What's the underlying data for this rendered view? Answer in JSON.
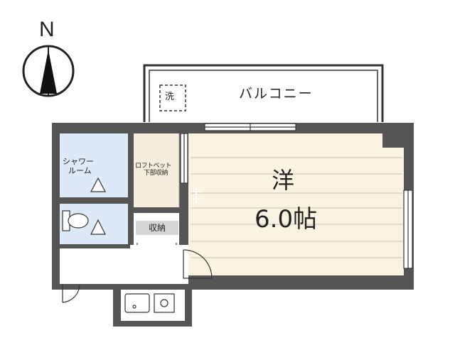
{
  "compass": {
    "north_label": "N"
  },
  "balcony": {
    "label": "バルコニー",
    "washer_label": "洗"
  },
  "rooms": {
    "western": {
      "name": "洋",
      "area": "6.0帖"
    },
    "shower": {
      "line1": "シャワー",
      "line2": "ルーム"
    },
    "loft": {
      "line1": "ロフトベット",
      "line2": "下部収納"
    },
    "storage": {
      "label": "収納"
    }
  },
  "colors": {
    "wall": "#555555",
    "room_floor": "#fbf3e2",
    "wet_area": "#dbeaf6",
    "loft_area": "#f5ecdc",
    "storage_tag": "#d5d5d5"
  }
}
